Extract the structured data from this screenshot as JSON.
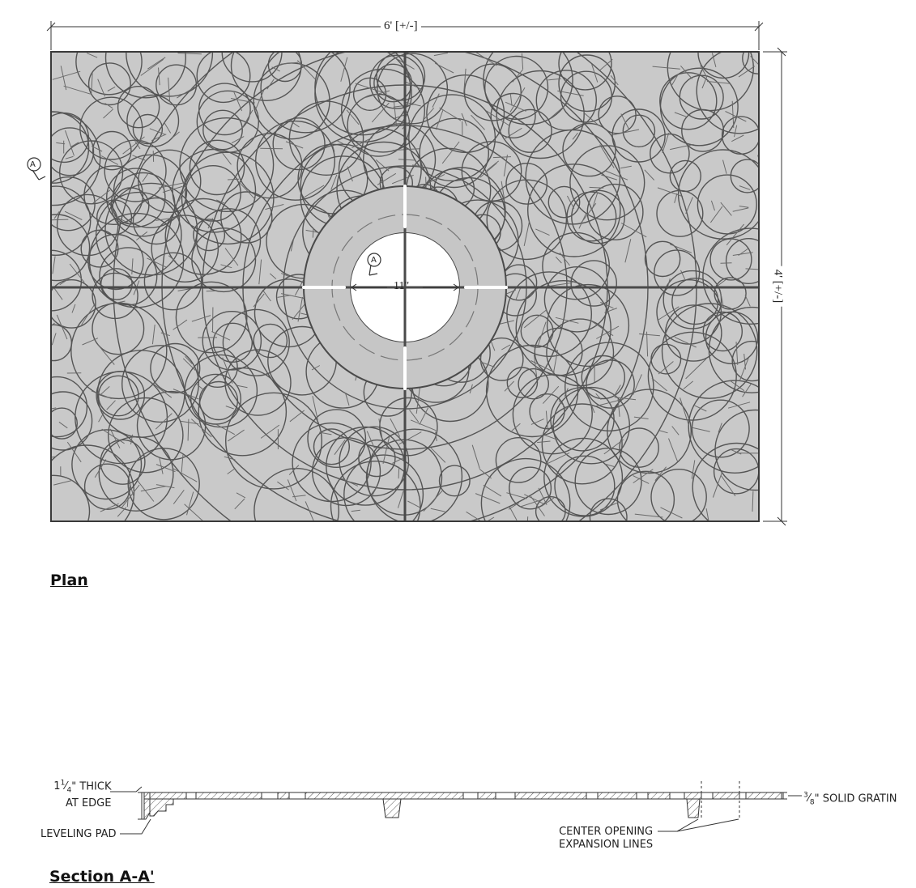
{
  "plan": {
    "title": "Plan",
    "width_dim": "6' [+/-]",
    "height_dim": "4' [+/-]",
    "opening_dim": "11\"",
    "section_marker": "A"
  },
  "section": {
    "title": "Section A-A'",
    "thick_whole": "1",
    "thick_num": "1",
    "thick_den": "4",
    "thick_label": "\" THICK",
    "thick_label2": "AT EDGE",
    "leveling_pad": "LEVELING PAD",
    "center_opening_1": "CENTER OPENING",
    "center_opening_2": "EXPANSION LINES",
    "solid_num": "3",
    "solid_den": "8",
    "solid_label": "\" SOLID GRATIN"
  },
  "colors": {
    "grate_fill": "#c9c9c9",
    "grate_stroke": "#4a4a4a",
    "line": "#333333"
  }
}
